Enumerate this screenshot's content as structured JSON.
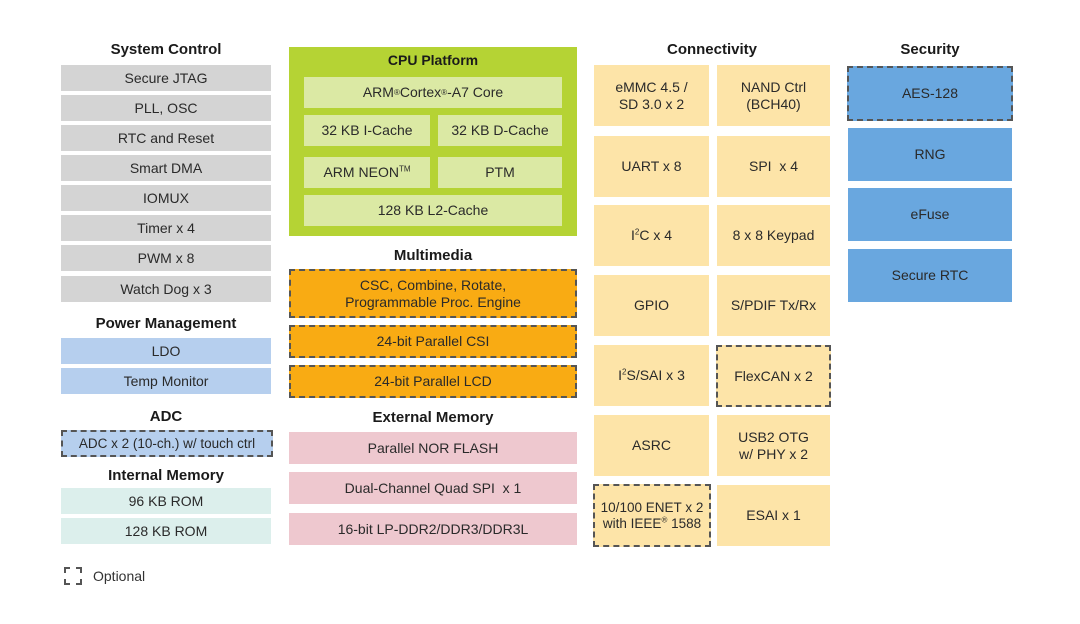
{
  "system_control": {
    "title": "System Control",
    "items": [
      "Secure JTAG",
      "PLL, OSC",
      "RTC and Reset",
      "Smart DMA",
      "IOMUX",
      "Timer x 4",
      "PWM x 8",
      "Watch Dog x 3"
    ]
  },
  "power_management": {
    "title": "Power Management",
    "items": [
      "LDO",
      "Temp Monitor"
    ]
  },
  "adc": {
    "title": "ADC",
    "items": [
      "ADC x 2 (10-ch.) w/ touch ctrl"
    ]
  },
  "internal_memory": {
    "title": "Internal Memory",
    "items": [
      "96 KB ROM",
      "128 KB ROM"
    ]
  },
  "cpu_platform": {
    "title": "CPU Platform",
    "core": "ARM® Cortex®-A7 Core",
    "icache": "32 KB I-Cache",
    "dcache": "32 KB D-Cache",
    "neon": "ARM NEON™",
    "ptm": "PTM",
    "l2cache": "128 KB L2-Cache"
  },
  "multimedia": {
    "title": "Multimedia",
    "items": [
      "CSC, Combine, Rotate, Programmable Proc. Engine",
      "24-bit Parallel CSI",
      "24-bit Parallel LCD"
    ]
  },
  "external_memory": {
    "title": "External Memory",
    "items": [
      "Parallel NOR FLASH",
      "Dual-Channel Quad SPI  x 1",
      "16-bit LP-DDR2/DDR3/DDR3L"
    ]
  },
  "connectivity": {
    "title": "Connectivity",
    "items": [
      {
        "label": "eMMC 4.5 / SD 3.0 x 2",
        "optional": false
      },
      {
        "label": "NAND Ctrl (BCH40)",
        "optional": false
      },
      {
        "label": "UART x 8",
        "optional": false
      },
      {
        "label": "SPI  x 4",
        "optional": false
      },
      {
        "label": "I²C x 4",
        "optional": false
      },
      {
        "label": "8 x 8 Keypad",
        "optional": false
      },
      {
        "label": "GPIO",
        "optional": false
      },
      {
        "label": "S/PDIF Tx/Rx",
        "optional": false
      },
      {
        "label": "I²S/SAI x 3",
        "optional": false
      },
      {
        "label": "FlexCAN x 2",
        "optional": true
      },
      {
        "label": "ASRC",
        "optional": false
      },
      {
        "label": "USB2 OTG w/ PHY x 2",
        "optional": false
      },
      {
        "label": "10/100 ENET x 2 with IEEE® 1588",
        "optional": true
      },
      {
        "label": "ESAI x 1",
        "optional": false
      }
    ]
  },
  "security": {
    "title": "Security",
    "items": [
      {
        "label": "AES-128",
        "optional": true
      },
      {
        "label": "RNG",
        "optional": false
      },
      {
        "label": "eFuse",
        "optional": false
      },
      {
        "label": "Secure RTC",
        "optional": false
      }
    ]
  },
  "legend": {
    "optional_label": "Optional"
  },
  "colors": {
    "system_control": "#d4d4d4",
    "power_management": "#b6cfee",
    "internal_memory": "#dcefec",
    "cpu_platform": "#b5d334",
    "cpu_inner": "#dbe9a4",
    "multimedia": "#f9ab13",
    "external_memory": "#eec8cf",
    "connectivity": "#fde4a8",
    "security": "#69a7df"
  }
}
